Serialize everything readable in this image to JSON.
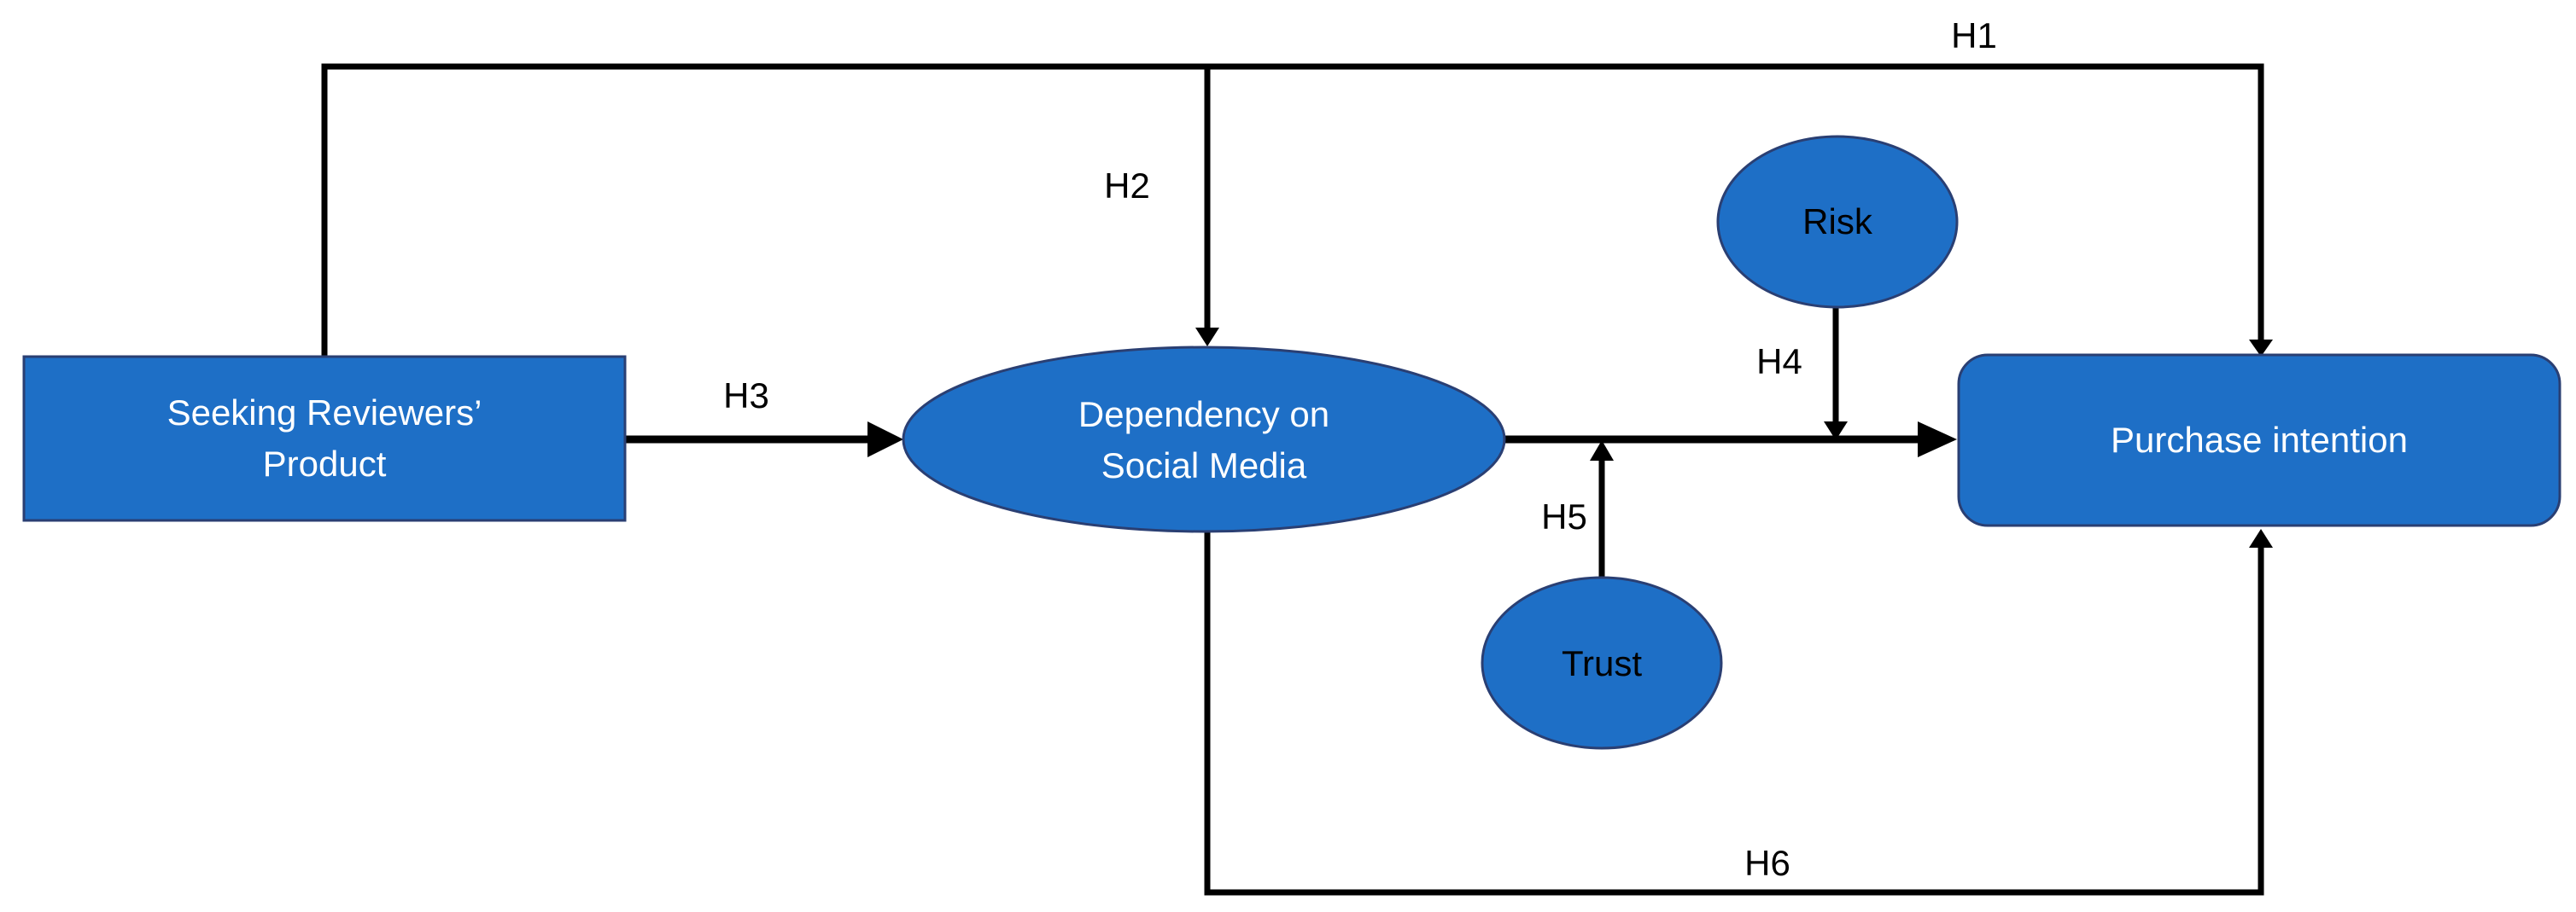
{
  "diagram": {
    "nodes": {
      "seeking_reviewers_product": {
        "line1": "Seeking Reviewers’",
        "line2": "Product"
      },
      "dependency_on_social_media": {
        "line1": "Dependency on",
        "line2": "Social Media"
      },
      "purchase_intention": {
        "label": "Purchase intention"
      },
      "risk": {
        "label": "Risk"
      },
      "trust": {
        "label": "Trust"
      }
    },
    "hypotheses": {
      "h1": "H1",
      "h2": "H2",
      "h3": "H3",
      "h4": "H4",
      "h5": "H5",
      "h6": "H6"
    },
    "colors": {
      "node_fill": "#1e6fc6",
      "node_border": "#2a3f73",
      "line": "#000000"
    }
  }
}
